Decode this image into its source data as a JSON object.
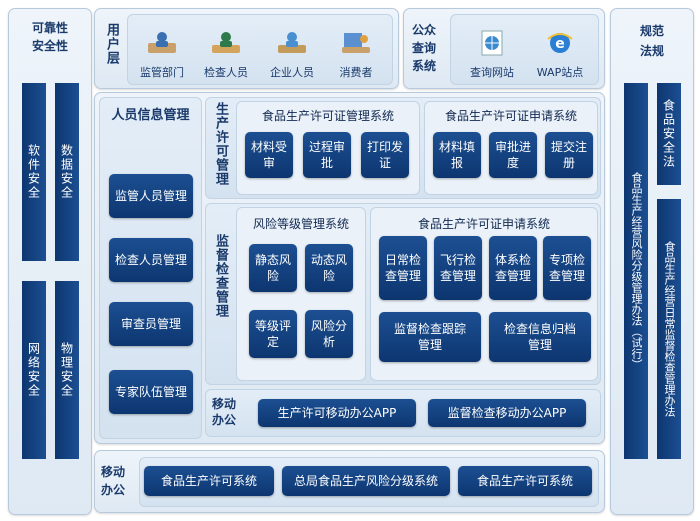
{
  "left": {
    "title": [
      "可靠性",
      "安全性"
    ],
    "bars": [
      "软件安全",
      "数据安全",
      "网络安全",
      "物理安全"
    ]
  },
  "users": {
    "label": "用户层",
    "items": [
      "监管部门",
      "检查人员",
      "企业人员",
      "消费者"
    ]
  },
  "query": {
    "label": "公众查询系统",
    "items": [
      "查询网站",
      "WAP站点"
    ]
  },
  "right": {
    "title": [
      "规范",
      "法规"
    ],
    "bars": [
      "食品生产经营风险分级管理办法（试行）",
      "食品安全法",
      "食品生产经营日常监督检查管理办法"
    ]
  },
  "personnel": {
    "title": "人员信息管理",
    "buttons": [
      "监管人员管理",
      "检查人员管理",
      "审查员管理",
      "专家队伍管理"
    ]
  },
  "permit": {
    "label": "生产许可管理",
    "mgmt_title": "食品生产许可证管理系统",
    "mgmt_buttons": [
      "材料受审",
      "过程审批",
      "打印发证"
    ],
    "apply_title": "食品生产许可证申请系统",
    "apply_buttons": [
      "材料填报",
      "审批进度",
      "提交注册"
    ]
  },
  "supervision": {
    "label": "监督检查管理",
    "risk_title": "风险等级管理系统",
    "risk_buttons": [
      "静态风险",
      "动态风险",
      "等级评定",
      "风险分析"
    ],
    "apply_title": "食品生产许可证申请系统",
    "check_buttons": [
      "日常检查管理",
      "飞行检查管理",
      "体系检查管理",
      "专项检查管理"
    ],
    "wide_buttons": [
      "监督检查跟踪管理",
      "检查信息归档管理"
    ]
  },
  "mobile1": {
    "label": "移动办公",
    "buttons": [
      "生产许可移动办公APP",
      "监督检查移动办公APP"
    ]
  },
  "mobile2": {
    "label": "移动办公",
    "buttons": [
      "食品生产许可系统",
      "总局食品生产风险分级系统",
      "食品生产许可系统"
    ]
  }
}
